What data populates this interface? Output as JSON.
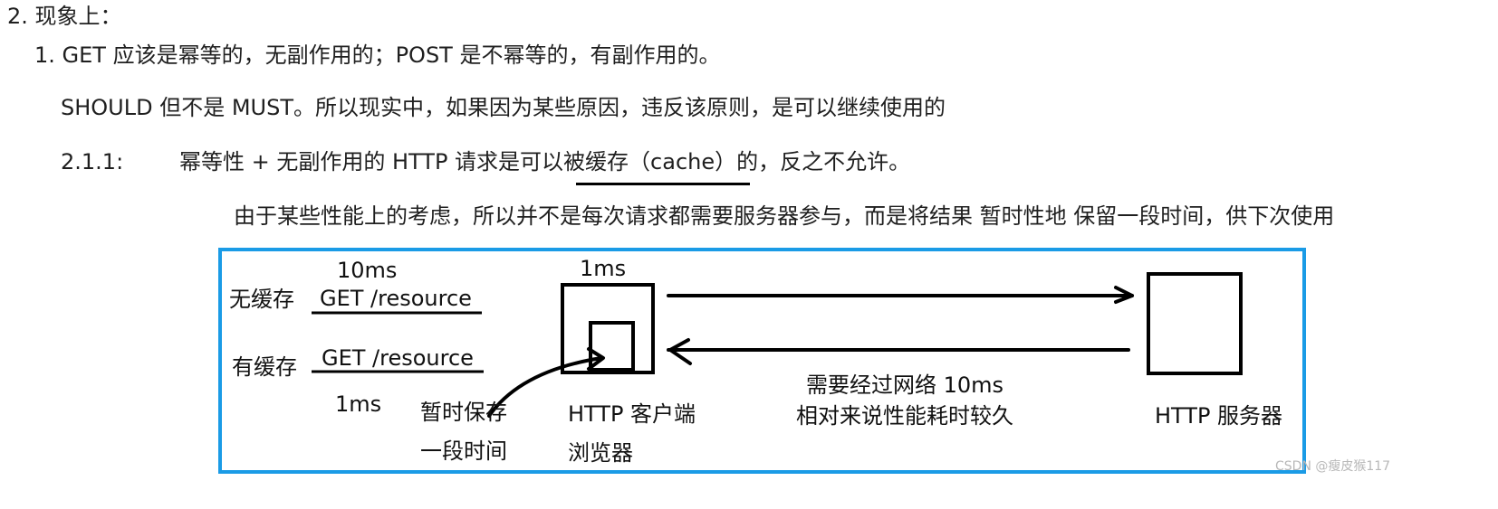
{
  "notes": {
    "line1": "2. 现象上：",
    "line2": "1. GET 应该是幂等的，无副作用的；POST 是不幂等的，有副作用的。",
    "line3": "SHOULD 但不是 MUST。所以现实中，如果因为某些原因，违反该原则，是可以继续使用的",
    "line4_num": "2.1.1:",
    "line4_text": "幂等性 + 无副作用的 HTTP 请求是可以被缓存（cache）的，反之不允许。",
    "line5": "由于某些性能上的考虑，所以并不是每次请求都需要服务器参与，而是将结果  暂时性地 保留一段时间，供下次使用"
  },
  "diagram": {
    "frame_color": "#1a9be6",
    "no_cache_label": "无缓存",
    "no_cache_time": "10ms",
    "no_cache_request": "GET /resource",
    "cache_label": "有缓存",
    "cache_request": "GET /resource",
    "cache_time": "1ms",
    "client_time": "1ms",
    "temp_store_line1": "暂时保存",
    "temp_store_line2": "一段时间",
    "client_label_line1": "HTTP 客户端",
    "client_label_line2": "浏览器",
    "network_line1": "需要经过网络   10ms",
    "network_line2": "相对来说性能耗时较久",
    "server_label": "HTTP 服务器"
  },
  "watermark": "CSDN @瘦皮猴117"
}
